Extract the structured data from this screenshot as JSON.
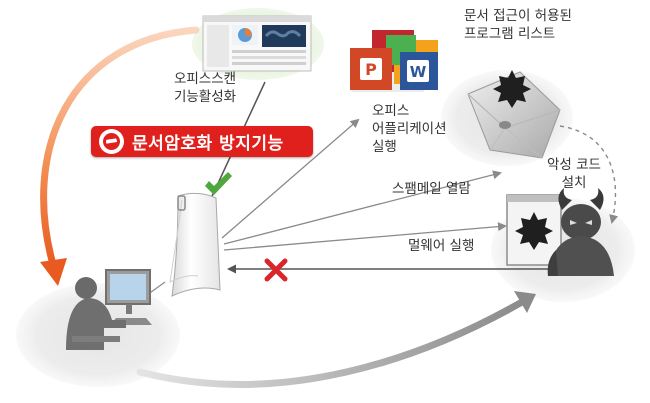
{
  "banner": {
    "text": "문서암호화 방지기능",
    "color": "#e0201c"
  },
  "labels": {
    "office_scan": [
      "오피스스캔",
      "기능활성화"
    ],
    "allowed_programs": [
      "문서 접근이 허용된",
      "프로그램 리스트"
    ],
    "office_app": [
      "오피스",
      "어플리케이션",
      "실행"
    ],
    "malware_install": [
      "악성 코드",
      "설치"
    ],
    "spam_open": "스팸메일 열람",
    "malware_run": "멀웨어 실행"
  },
  "icons": {
    "dashboard": "dashboard-screenshot-icon",
    "office_apps": "office-apps-icon",
    "email": "email-envelope-icon",
    "document": "document-icon",
    "user": "user-at-computer-icon",
    "hacker": "malware-hacker-icon",
    "checkmark": "checkmark-icon",
    "blocked": "blocked-x-icon"
  },
  "colors": {
    "accent": "#e0201c",
    "allowed": "#4fa83d",
    "blocked": "#d8262a",
    "flow_orange": "#ee6a2c",
    "flow_gray": "#8f8f8f",
    "arrow_line": "#555555"
  }
}
